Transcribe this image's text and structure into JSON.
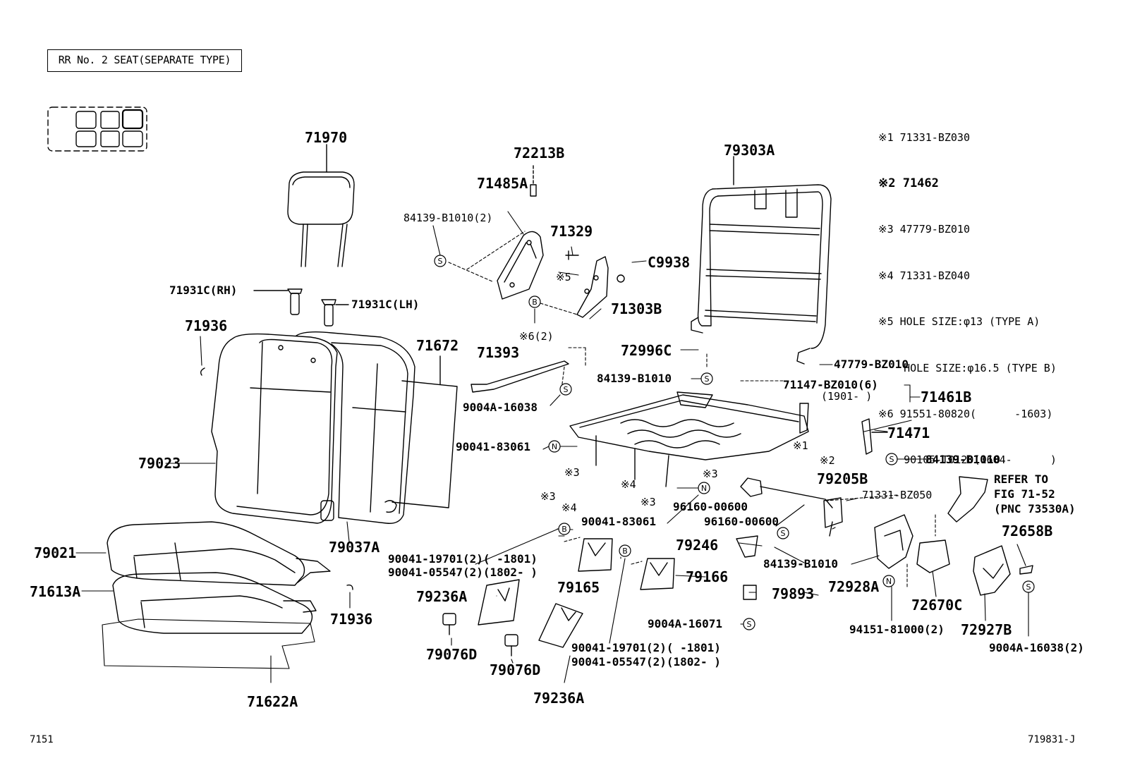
{
  "title": "RR No. 2 SEAT(SEPARATE TYPE)",
  "parts": {
    "p71970": "71970",
    "p72213B": "72213B",
    "p71485A": "71485A",
    "p84139B1010_2": "84139-B1010(2)",
    "p71329": "71329",
    "p79303A": "79303A",
    "pC9938": "C9938",
    "p71303B": "71303B",
    "p71931C_RH": "71931C(RH)",
    "p71931C_LH": "71931C(LH)",
    "p71936_top": "71936",
    "p6_2": "※6(2)",
    "p5mark": "※5",
    "p71672": "71672",
    "p71393": "71393",
    "p72996C": "72996C",
    "p47779BZ010": "47779-BZ010",
    "p84139B1010_a": "84139-B1010",
    "p71147": "71147-BZ010(6)",
    "p1901": "(1901-      )",
    "p71461B": "71461B",
    "p9004A16038": "9004A-16038",
    "p79023": "79023",
    "p90041_83061_a": "90041-83061",
    "p71471": "71471",
    "p84139B1010_b": "84139-B1010",
    "m1": "※1",
    "m2": "※2",
    "m3a": "※3",
    "m3b": "※3",
    "m3c": "※3",
    "m3d": "※3",
    "m4a": "※4",
    "m4b": "※4",
    "p79205B": "79205B",
    "p96160_a": "96160-00600",
    "p71331BZ050": "71331-BZ050",
    "p90041_83061_b": "90041-83061",
    "p96160_b": "96160-00600",
    "p79021": "79021",
    "p79037A": "79037A",
    "p90041_19701_a": "90041-19701(2)(      -1801)",
    "p90041_05547_a": "90041-05547(2)(1802-      )",
    "p79246": "79246",
    "p84139B1010_c": "84139-B1010",
    "p71613A": "71613A",
    "p79165": "79165",
    "p79166": "79166",
    "p79236A_a": "79236A",
    "p71936_b": "71936",
    "p79893": "79893",
    "p72928A": "72928A",
    "p72670C": "72670C",
    "p72658B": "72658B",
    "p72927B": "72927B",
    "p9004A16071": "9004A-16071",
    "p94151": "94151-81000(2)",
    "p9004A16038_2": "9004A-16038(2)",
    "p79076D_a": "79076D",
    "p79076D_b": "79076D",
    "p90041_19701_b": "90041-19701(2)(      -1801)",
    "p90041_05547_b": "90041-05547(2)(1802-      )",
    "p79236A_b": "79236A",
    "p71622A": "71622A"
  },
  "refer": {
    "line1": "REFER TO",
    "line2": "FIG 71-52",
    "line3": "(PNC 73530A)"
  },
  "notes": [
    "※1 71331-BZ030",
    "※2 71462",
    "※3 47779-BZ010",
    "※4 71331-BZ040",
    "※5 HOLE SIZE:φ13 (TYPE A)",
    "    HOLE SIZE:φ16.5 (TYPE B)",
    "※6 91551-80820(      -1603)",
    "    90105-T0120(1604-      )"
  ],
  "footer": {
    "left": "7151",
    "right": "719831-J"
  },
  "symbols": {
    "S": "S",
    "B": "B",
    "N": "N"
  }
}
